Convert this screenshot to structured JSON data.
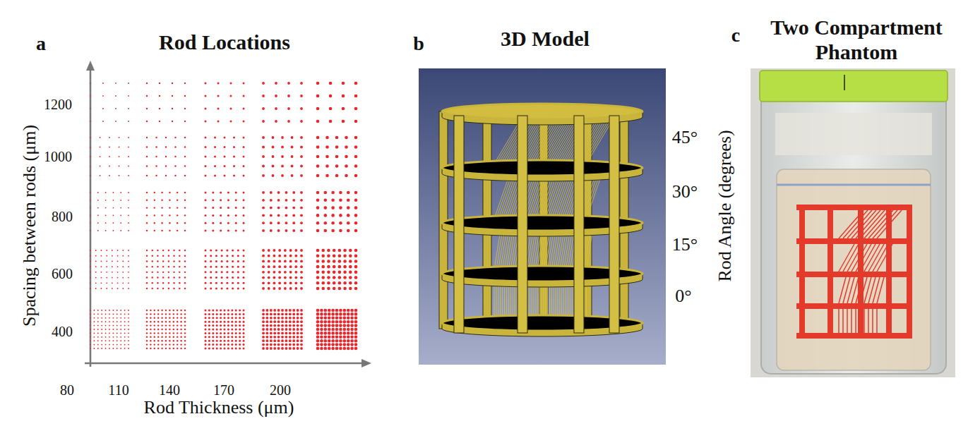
{
  "diagram": {
    "labels": [
      "a",
      "Rod Locations",
      "Spacing between rods (μm)",
      "1200",
      "1000",
      "800",
      "600",
      "400",
      "80",
      "110",
      "140",
      "170",
      "200",
      "Rod Thickness (μm)",
      "b",
      "3D Model",
      "45°",
      "30°",
      "15°",
      "0°",
      "Rod Angle (degrees)",
      "c",
      "Two Compartment Phantom"
    ]
  }
}
